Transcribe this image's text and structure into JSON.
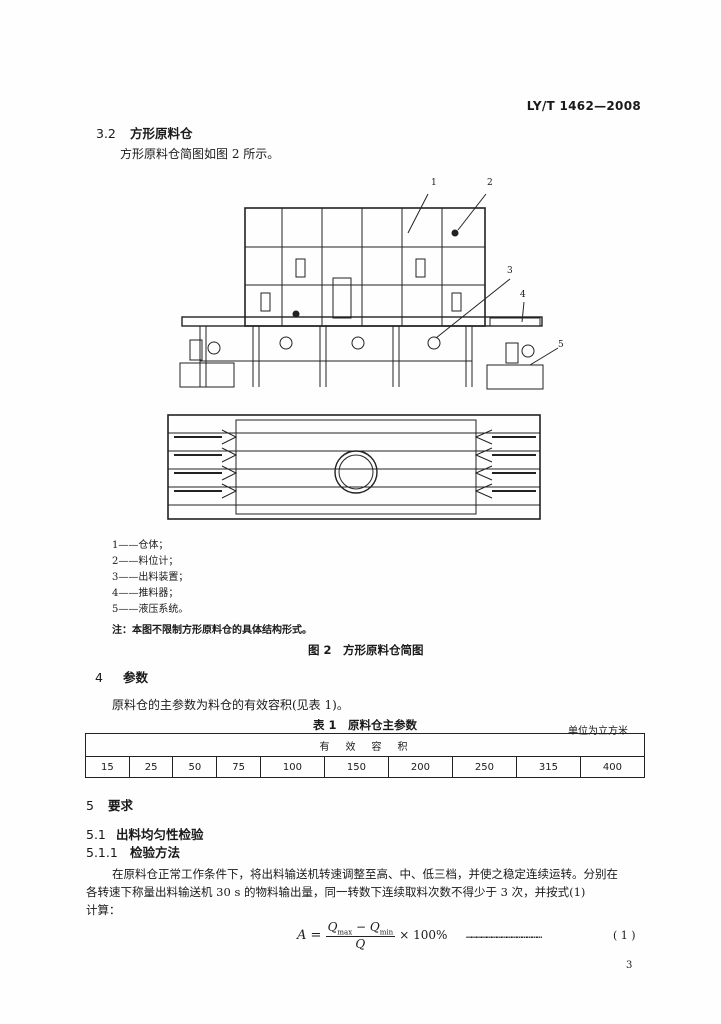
{
  "header": {
    "standard_code": "LY/T 1462—2008"
  },
  "section_3_2": {
    "number": "3.2",
    "title": "方形原料仓",
    "intro": "方形原料仓简图如图 2 所示。"
  },
  "figure": {
    "callouts": [
      "1",
      "2",
      "3",
      "4",
      "5"
    ],
    "legend": [
      "1——仓体；",
      "2——料位计；",
      "3——出料装置；",
      "4——推料器；",
      "5——液压系统。"
    ],
    "note": "注：本图不限制方形原料仓的具体结构形式。",
    "caption": "图 2　方形原料仓简图"
  },
  "section_4": {
    "number": "4",
    "title": "参数",
    "body": "原料仓的主参数为料仓的有效容积(见表 1)。"
  },
  "table1": {
    "caption": "表 1　原料仓主参数",
    "unit": "单位为立方米",
    "header": "有　效　容　积",
    "values": [
      "15",
      "25",
      "50",
      "75",
      "100",
      "150",
      "200",
      "250",
      "315",
      "400"
    ]
  },
  "section_5": {
    "number": "5",
    "title": "要求"
  },
  "section_5_1": {
    "number": "5.1",
    "title": "出料均匀性检验"
  },
  "section_5_1_1": {
    "number": "5.1.1",
    "title": "检验方法"
  },
  "paragraph": [
    "在原料仓正常工作条件下，将出料输送机转速调整至高、中、低三档，并使之稳定连续运转。分别在",
    "各转速下称量出料输送机 30 s 的物料输出量，同一转数下连续取料次数不得少于 3 次，并按式(1)",
    "计算："
  ],
  "formula": {
    "lhs": "A =",
    "numerator_a": "Q",
    "numerator_a_sub": "max",
    "minus": " − ",
    "numerator_b": "Q",
    "numerator_b_sub": "min",
    "denominator": "Q",
    "times": "× 100%",
    "leader": "………………………………………",
    "number": "( 1 )"
  },
  "page_number": "3"
}
